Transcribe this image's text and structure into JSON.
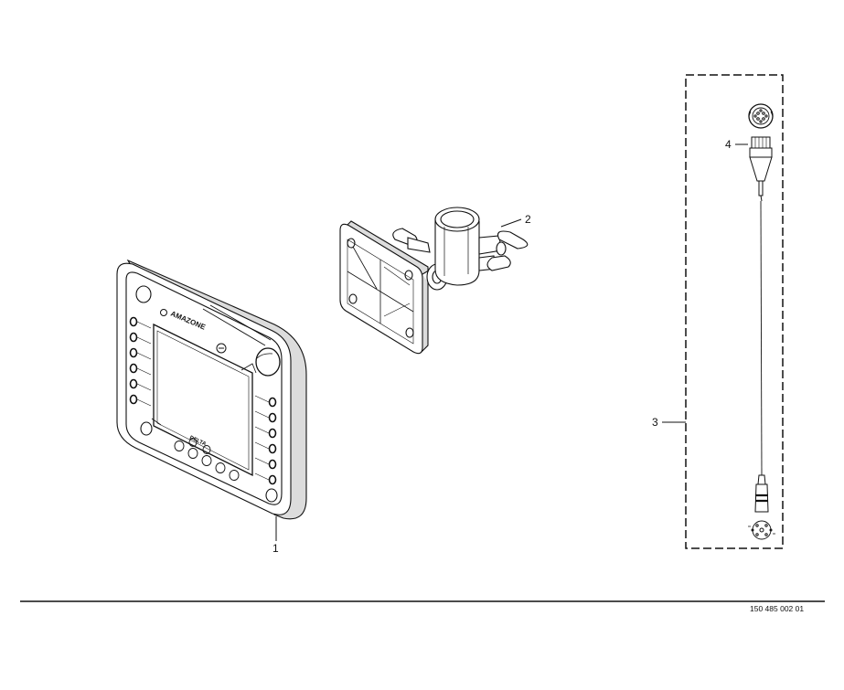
{
  "callouts": {
    "terminal": "1",
    "bracket": "2",
    "cable": "3",
    "connector": "4"
  },
  "device": {
    "brand_label": "AMAZONE",
    "model_label": "DELTA"
  },
  "footer": {
    "document_number": "150 485 002 01"
  },
  "colors": {
    "line": "#111111",
    "face": "#ffffff",
    "shade": "#e6e6e6"
  }
}
